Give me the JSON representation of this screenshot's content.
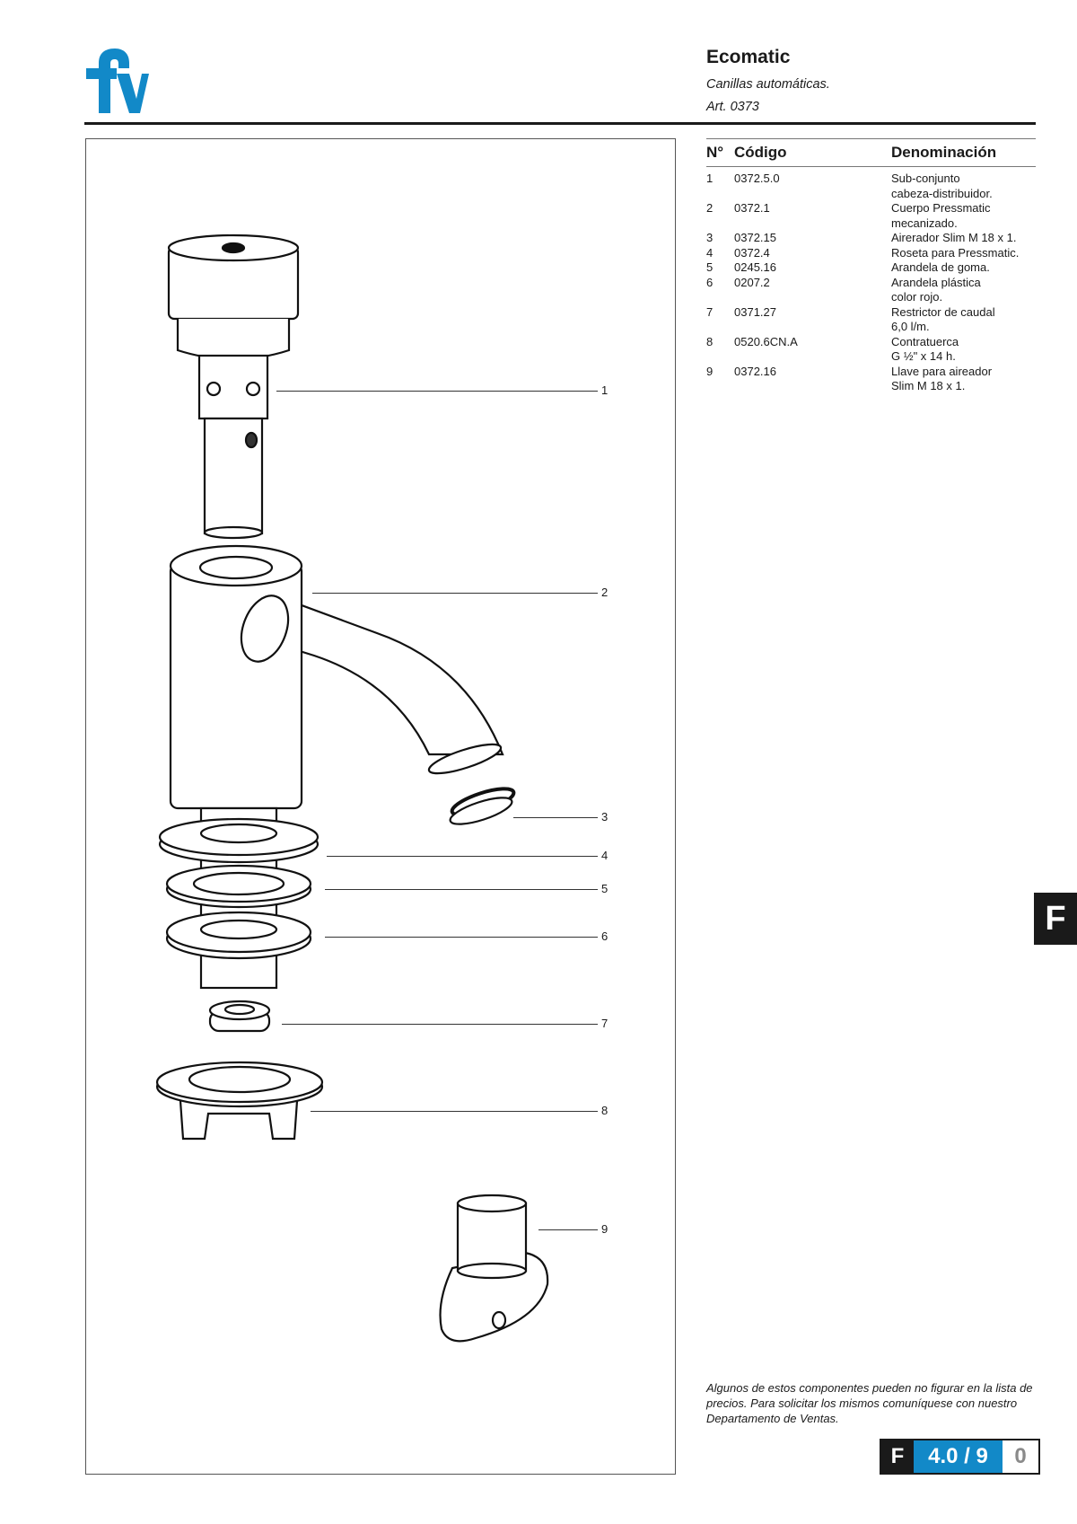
{
  "header": {
    "logo_text": "fv",
    "brand_color": "#1289c8",
    "title": "Ecomatic",
    "subtitle": "Canillas automáticas.",
    "article": "Art. 0373"
  },
  "parts_table": {
    "columns": [
      "N°",
      "Código",
      "Denominación"
    ],
    "rows": [
      {
        "n": "1",
        "code": "0372.5.0",
        "desc": [
          "Sub-conjunto",
          "cabeza-distribuidor."
        ]
      },
      {
        "n": "2",
        "code": "0372.1",
        "desc": [
          "Cuerpo Pressmatic",
          "mecanizado."
        ]
      },
      {
        "n": "3",
        "code": "0372.15",
        "desc": [
          "Airerador Slim M 18 x 1."
        ]
      },
      {
        "n": "4",
        "code": "0372.4",
        "desc": [
          "Roseta para Pressmatic."
        ]
      },
      {
        "n": "5",
        "code": "0245.16",
        "desc": [
          "Arandela de goma."
        ]
      },
      {
        "n": "6",
        "code": "0207.2",
        "desc": [
          "Arandela plástica",
          "color rojo."
        ]
      },
      {
        "n": "7",
        "code": "0371.27",
        "desc": [
          "Restrictor de caudal",
          "6,0 l/m."
        ]
      },
      {
        "n": "8",
        "code": "0520.6CN.A",
        "desc": [
          "Contratuerca",
          "G ½\" x 14 h."
        ]
      },
      {
        "n": "9",
        "code": "0372.16",
        "desc": [
          "Llave para aireador",
          "Slim M 18 x 1."
        ]
      }
    ]
  },
  "diagram": {
    "callouts": [
      "1",
      "2",
      "3",
      "4",
      "5",
      "6",
      "7",
      "8",
      "9"
    ]
  },
  "footer": {
    "note": "Algunos de estos componentes pueden no figurar en la lista de precios. Para solicitar los mismos comuníquese con nuestro Departamento de Ventas.",
    "section": "F",
    "page": "4.0 / 9",
    "revision": "0",
    "colors": {
      "section_bg": "#1a1a1a",
      "page_bg": "#1289c8",
      "revision_text": "#8a8a8a"
    }
  },
  "side_tab": {
    "label": "F"
  }
}
